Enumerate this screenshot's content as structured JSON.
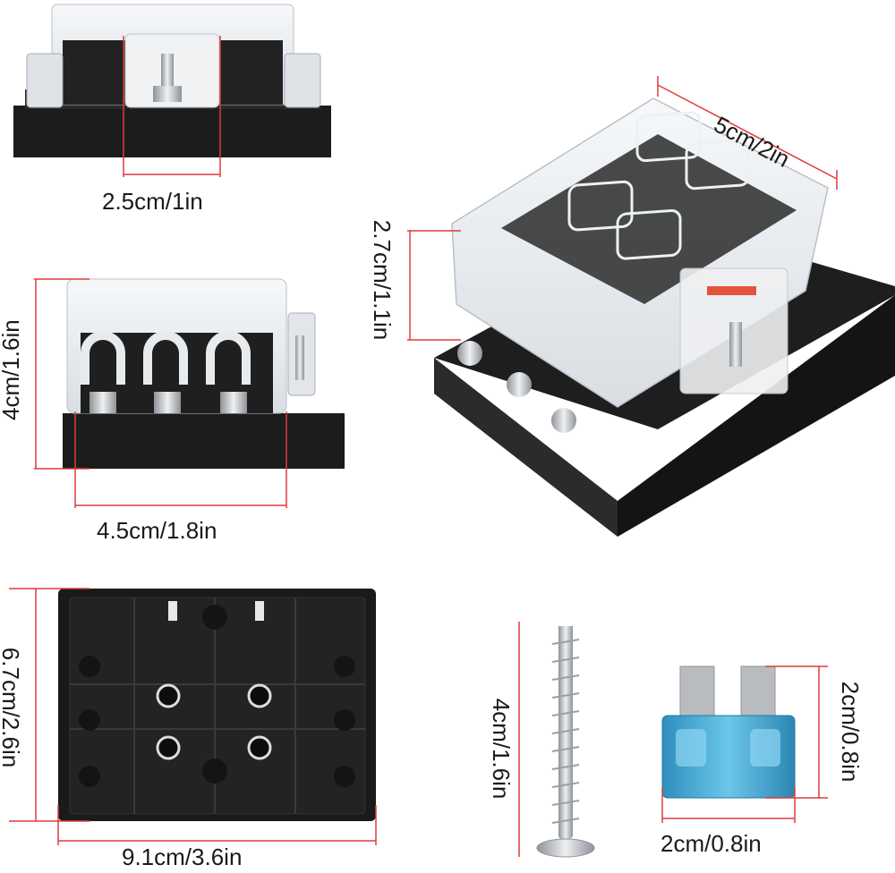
{
  "colors": {
    "dimension_line": "#e03a3a",
    "housing_black": "#1c1c1c",
    "clear_cover": "#e9edf1",
    "fuse_blue": "#3fa9d6",
    "metal": "#b8bcc0"
  },
  "labels": {
    "front_terminal_width": "2.5cm/1in",
    "front_height": "2.7cm/1.1in",
    "top_depth": "5cm/2in",
    "side_height": "4cm/1.6in",
    "side_width": "4.5cm/1.8in",
    "base_height": "6.7cm/2.6in",
    "base_width": "9.1cm/3.6in",
    "screw_length": "4cm/1.6in",
    "fuse_height": "2cm/0.8in",
    "fuse_width": "2cm/0.8in"
  }
}
